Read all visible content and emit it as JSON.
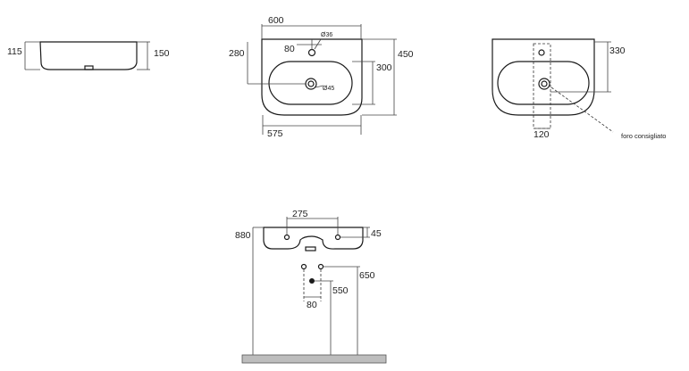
{
  "side_view": {
    "dim_height": "115",
    "dim_depth": "150"
  },
  "top_view": {
    "dim_width": "600",
    "dim_tap_offset": "80",
    "dim_tap_hole": "Ø36",
    "dim_inner_depth": "280",
    "dim_basin_depth": "300",
    "dim_total_depth": "450",
    "dim_drain_hole": "Ø45",
    "dim_inner_width": "575"
  },
  "back_view": {
    "dim_height": "330",
    "dim_width": "120",
    "note": "foro consigliato"
  },
  "front_view": {
    "dim_fixing_distance": "275",
    "dim_height_floor": "880",
    "dim_fixing_height": "45",
    "dim_supply_height": "650",
    "dim_drain_height": "550",
    "dim_supply_offset": "80"
  }
}
